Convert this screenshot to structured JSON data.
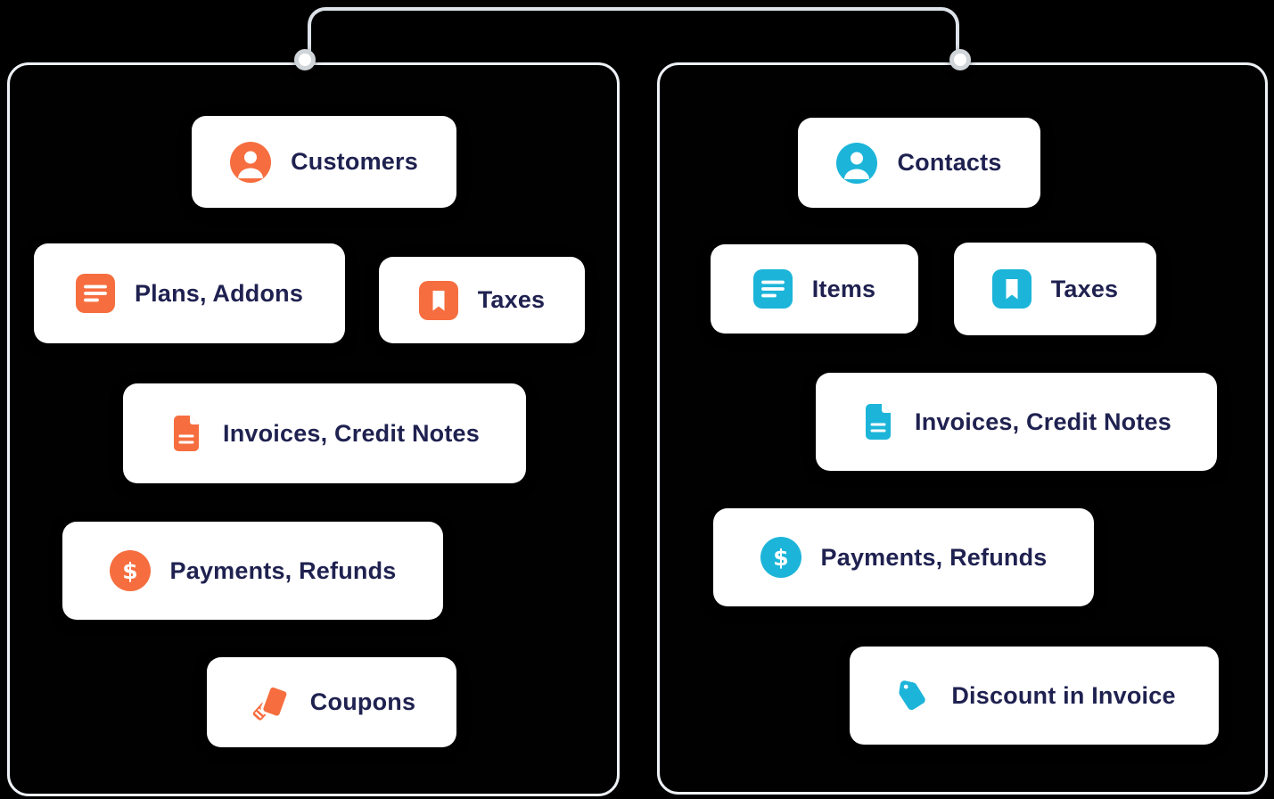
{
  "diagram": {
    "background": "#000000",
    "connector": {
      "line_color": "#DCE2E8",
      "node_fill": "#FFFFFF",
      "node_ring": "#D0D5DA"
    },
    "colors": {
      "left_accent": "#F66E3F",
      "right_accent": "#1CB5D9",
      "label_text": "#1F2150",
      "card_bg": "#FFFFFF",
      "panel_bg": "#010102",
      "panel_border": "#EDF1F5"
    },
    "panels": [
      {
        "side": "left",
        "accent": "#F66E3F",
        "cards": [
          {
            "label": "Customers",
            "icon": "user-icon"
          },
          {
            "label": "Plans, Addons",
            "icon": "list-icon"
          },
          {
            "label": "Taxes",
            "icon": "bookmark-icon"
          },
          {
            "label": "Invoices, Credit Notes",
            "icon": "document-icon"
          },
          {
            "label": "Payments, Refunds",
            "icon": "dollar-icon"
          },
          {
            "label": "Coupons",
            "icon": "coupons-icon"
          }
        ]
      },
      {
        "side": "right",
        "accent": "#1CB5D9",
        "cards": [
          {
            "label": "Contacts",
            "icon": "user-icon"
          },
          {
            "label": "Items",
            "icon": "list-icon"
          },
          {
            "label": "Taxes",
            "icon": "bookmark-icon"
          },
          {
            "label": "Invoices, Credit Notes",
            "icon": "document-icon"
          },
          {
            "label": "Payments, Refunds",
            "icon": "dollar-icon"
          },
          {
            "label": "Discount in Invoice",
            "icon": "tag-icon"
          }
        ]
      }
    ]
  }
}
